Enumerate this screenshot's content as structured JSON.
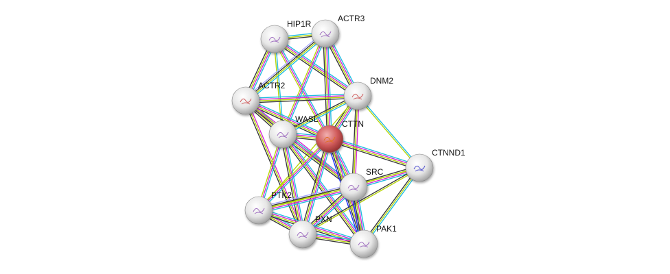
{
  "evidence_colors": {
    "database": "#22bde0",
    "experiments": "#d42ad4",
    "textmining": "#b8d60a",
    "coexpression": "#3a3a3a",
    "homology": "#a8a8ff",
    "fusion": "#2030ff"
  },
  "nodes": [
    {
      "name": "HIP1R",
      "color": "#e8e8e8"
    },
    {
      "name": "ACTR3",
      "color": "#e8e8e8"
    },
    {
      "name": "ACTR2",
      "color": "#e8e8e8"
    },
    {
      "name": "DNM2",
      "color": "#e8e8e8"
    },
    {
      "name": "WASL",
      "color": "#e8e8e8"
    },
    {
      "name": "CTTN",
      "color": "#c84848"
    },
    {
      "name": "CTNND1",
      "color": "#e8e8e8"
    },
    {
      "name": "SRC",
      "color": "#e8e8e8"
    },
    {
      "name": "PTK2",
      "color": "#e8e8e8"
    },
    {
      "name": "PXN",
      "color": "#e8e8e8"
    },
    {
      "name": "PAK1",
      "color": "#e8e8e8"
    }
  ],
  "edges": [
    [
      "HIP1R",
      "ACTR3",
      [
        "database",
        "textmining",
        "coexpression"
      ]
    ],
    [
      "HIP1R",
      "ACTR2",
      [
        "database",
        "experiments",
        "textmining",
        "coexpression"
      ]
    ],
    [
      "HIP1R",
      "DNM2",
      [
        "database",
        "experiments",
        "textmining",
        "coexpression"
      ]
    ],
    [
      "HIP1R",
      "WASL",
      [
        "database",
        "textmining"
      ]
    ],
    [
      "HIP1R",
      "CTTN",
      [
        "database",
        "experiments",
        "textmining"
      ]
    ],
    [
      "ACTR3",
      "ACTR2",
      [
        "database",
        "textmining",
        "coexpression",
        "homology"
      ]
    ],
    [
      "ACTR3",
      "DNM2",
      [
        "database",
        "experiments",
        "textmining",
        "coexpression"
      ]
    ],
    [
      "ACTR3",
      "WASL",
      [
        "database",
        "experiments",
        "textmining"
      ]
    ],
    [
      "ACTR3",
      "CTTN",
      [
        "database",
        "experiments",
        "textmining",
        "coexpression"
      ]
    ],
    [
      "ACTR2",
      "DNM2",
      [
        "database",
        "experiments",
        "textmining",
        "coexpression"
      ]
    ],
    [
      "ACTR2",
      "WASL",
      [
        "database",
        "experiments",
        "textmining",
        "coexpression"
      ]
    ],
    [
      "ACTR2",
      "CTTN",
      [
        "database",
        "experiments",
        "textmining",
        "coexpression"
      ]
    ],
    [
      "ACTR2",
      "SRC",
      [
        "experiments",
        "textmining",
        "coexpression"
      ]
    ],
    [
      "ACTR2",
      "PXN",
      [
        "experiments",
        "textmining",
        "coexpression"
      ]
    ],
    [
      "DNM2",
      "WASL",
      [
        "database",
        "textmining",
        "coexpression"
      ]
    ],
    [
      "DNM2",
      "CTTN",
      [
        "database",
        "experiments",
        "textmining",
        "coexpression"
      ]
    ],
    [
      "DNM2",
      "CTNND1",
      [
        "database",
        "textmining"
      ]
    ],
    [
      "DNM2",
      "SRC",
      [
        "experiments",
        "textmining",
        "coexpression"
      ]
    ],
    [
      "DNM2",
      "PTK2",
      [
        "textmining"
      ]
    ],
    [
      "WASL",
      "CTTN",
      [
        "database",
        "experiments",
        "textmining",
        "coexpression"
      ]
    ],
    [
      "WASL",
      "SRC",
      [
        "database",
        "experiments",
        "textmining",
        "coexpression"
      ]
    ],
    [
      "WASL",
      "PTK2",
      [
        "database",
        "experiments",
        "textmining"
      ]
    ],
    [
      "WASL",
      "PXN",
      [
        "database",
        "experiments",
        "textmining",
        "coexpression"
      ]
    ],
    [
      "WASL",
      "PAK1",
      [
        "database",
        "experiments",
        "textmining",
        "coexpression"
      ]
    ],
    [
      "CTTN",
      "CTNND1",
      [
        "database",
        "experiments",
        "textmining",
        "coexpression"
      ]
    ],
    [
      "CTTN",
      "SRC",
      [
        "database",
        "experiments",
        "textmining",
        "coexpression"
      ]
    ],
    [
      "CTTN",
      "PTK2",
      [
        "database",
        "experiments",
        "textmining"
      ]
    ],
    [
      "CTTN",
      "PXN",
      [
        "database",
        "experiments",
        "textmining",
        "coexpression"
      ]
    ],
    [
      "CTTN",
      "PAK1",
      [
        "database",
        "experiments",
        "textmining",
        "coexpression",
        "fusion"
      ]
    ],
    [
      "CTNND1",
      "SRC",
      [
        "database",
        "experiments",
        "textmining",
        "coexpression"
      ]
    ],
    [
      "CTNND1",
      "PTK2",
      [
        "textmining"
      ]
    ],
    [
      "CTNND1",
      "PXN",
      [
        "textmining",
        "coexpression"
      ]
    ],
    [
      "CTNND1",
      "PAK1",
      [
        "database",
        "textmining",
        "coexpression"
      ]
    ],
    [
      "SRC",
      "PTK2",
      [
        "database",
        "experiments",
        "textmining",
        "coexpression",
        "homology"
      ]
    ],
    [
      "SRC",
      "PXN",
      [
        "database",
        "experiments",
        "textmining",
        "coexpression"
      ]
    ],
    [
      "SRC",
      "PAK1",
      [
        "database",
        "experiments",
        "textmining",
        "coexpression",
        "fusion"
      ]
    ],
    [
      "PTK2",
      "PXN",
      [
        "database",
        "experiments",
        "textmining",
        "coexpression"
      ]
    ],
    [
      "PTK2",
      "PAK1",
      [
        "database",
        "experiments",
        "textmining",
        "coexpression"
      ]
    ],
    [
      "PXN",
      "PAK1",
      [
        "database",
        "experiments",
        "textmining",
        "coexpression"
      ]
    ]
  ]
}
